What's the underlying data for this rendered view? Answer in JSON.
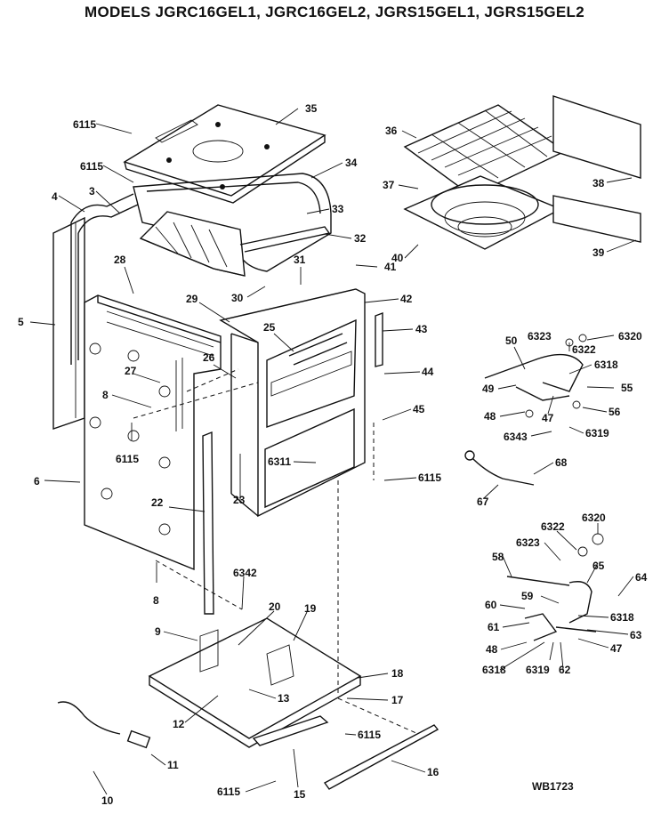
{
  "title": "MODELS JGRC16GEL1, JGRC16GEL2, JGRS15GEL1, JGRS15GEL2",
  "drawing_number": "WB1723",
  "labels": [
    "6115",
    "35",
    "36",
    "6115",
    "34",
    "4",
    "3",
    "33",
    "37",
    "38",
    "32",
    "39",
    "40",
    "41",
    "28",
    "31",
    "30",
    "42",
    "29",
    "5",
    "25",
    "43",
    "50",
    "6323",
    "6320",
    "6322",
    "26",
    "27",
    "6318",
    "44",
    "49",
    "55",
    "8",
    "48",
    "47",
    "56",
    "6115",
    "45",
    "6343",
    "6319",
    "6311",
    "68",
    "6",
    "6115",
    "23",
    "67",
    "22",
    "6320",
    "6322",
    "6323",
    "58",
    "65",
    "64",
    "6342",
    "59",
    "60",
    "6318",
    "20",
    "19",
    "61",
    "63",
    "9",
    "47",
    "48",
    "8",
    "18",
    "6318",
    "6319",
    "62",
    "13",
    "17",
    "12",
    "6115",
    "11",
    "16",
    "10",
    "6115",
    "15"
  ]
}
